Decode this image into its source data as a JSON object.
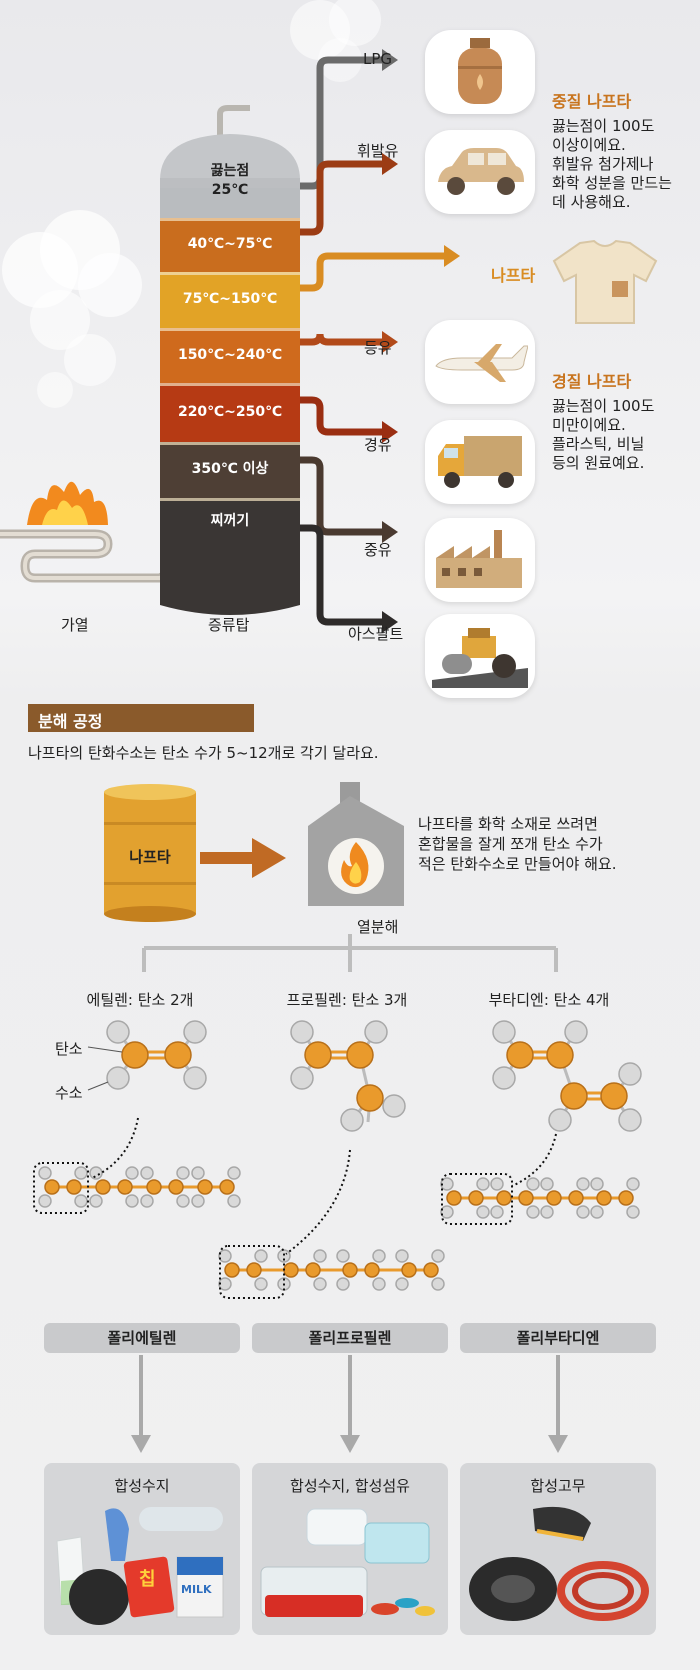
{
  "distillation": {
    "tower_label": "증류탑",
    "heat_label": "가열",
    "layers": [
      {
        "label": "끓는점\n25℃",
        "color": "#b9bcbf"
      },
      {
        "label": "40℃~75℃",
        "color": "#c96d1e"
      },
      {
        "label": "75℃~150℃",
        "color": "#e2a326"
      },
      {
        "label": "150℃~240℃",
        "color": "#cf6a1d"
      },
      {
        "label": "220℃~250℃",
        "color": "#b63a14"
      },
      {
        "label": "350℃ 이상",
        "color": "#4e3f35"
      },
      {
        "label": "찌꺼기",
        "color": "#3a3634"
      }
    ],
    "outputs": [
      {
        "name": "LPG",
        "color": "#6b6b6b",
        "icon": "gas-cylinder-icon"
      },
      {
        "name": "휘발유",
        "color": "#9c3c14",
        "icon": "car-icon"
      },
      {
        "name": "나프타",
        "color": "#d98c22",
        "icon": "t-shirt-icon"
      },
      {
        "name": "등유",
        "color": "#b24a1a",
        "icon": "airplane-icon"
      },
      {
        "name": "경유",
        "color": "#9a2e12",
        "icon": "truck-icon"
      },
      {
        "name": "중유",
        "color": "#4a3a30",
        "icon": "factory-icon"
      },
      {
        "name": "아스팔트",
        "color": "#2e2b2a",
        "icon": "road-roller-icon"
      }
    ],
    "heavy_naphtha": {
      "title": "중질 나프타",
      "lines": [
        "끓는점이 100도",
        "이상이에요.",
        "휘발유 첨가제나",
        "화학 성분을 만드는",
        "데 사용해요."
      ]
    },
    "light_naphtha": {
      "title": "경질 나프타",
      "lines": [
        "끓는점이 100도",
        "미만이에요.",
        "플라스틱, 비닐",
        "등의 원료예요."
      ]
    }
  },
  "cracking": {
    "section_title": "분해 공정",
    "intro": "나프타의 탄화수소는 탄소 수가 5~12개로 각기 달라요.",
    "drum_label": "나프타",
    "furnace_label": "열분해",
    "furnace_note": [
      "나프타를 화학 소재로 쓰려면",
      "혼합물을 잘게 쪼개 탄소 수가",
      "적은 탄화수소로 만들어야 해요."
    ],
    "carbon_label": "탄소",
    "hydrogen_label": "수소",
    "monomers": [
      {
        "name": "에틸렌: 탄소 2개",
        "polymer": "폴리에틸렌",
        "use": "합성수지"
      },
      {
        "name": "프로필렌: 탄소 3개",
        "polymer": "폴리프로필렌",
        "use": "합성수지, 합성섬유"
      },
      {
        "name": "부타디엔: 탄소 4개",
        "polymer": "폴리부타디엔",
        "use": "합성고무"
      }
    ],
    "snack_text": "칩",
    "milk_text": "MILK",
    "colors": {
      "carbon": "#e99a2c",
      "hydrogen": "#d9d9d9",
      "arrow": "#c06a24"
    }
  }
}
